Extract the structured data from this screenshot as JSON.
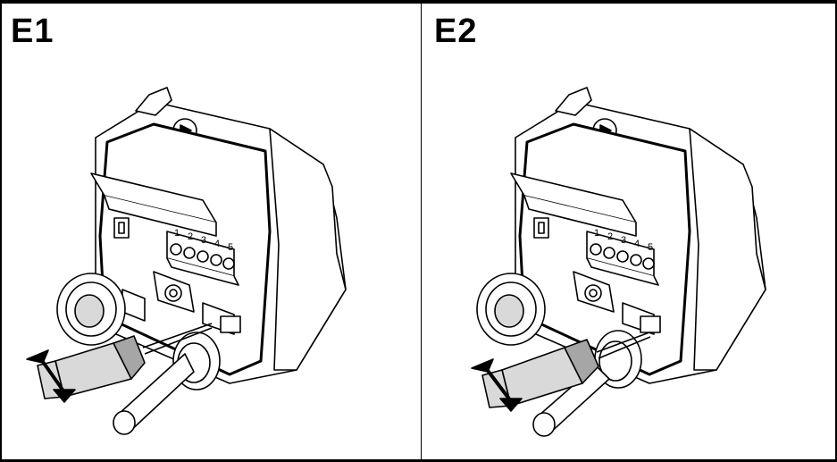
{
  "panels": [
    {
      "label": "E1",
      "terminals": [
        "1",
        "2",
        "3",
        "4",
        "5"
      ],
      "tool_position": "removed-cable-grommet"
    },
    {
      "label": "E2",
      "terminals": [
        "1",
        "2",
        "3",
        "4",
        "5"
      ],
      "tool_position": "at-cable-grommet"
    }
  ],
  "colors": {
    "line": "#000000",
    "housing": "#ffffff",
    "grey_fill": "#d9d9d9",
    "dark_grey": "#a6a6a6"
  },
  "icons": [
    "screwdriver-icon",
    "double-arrow-icon",
    "cable-gland-icon"
  ]
}
